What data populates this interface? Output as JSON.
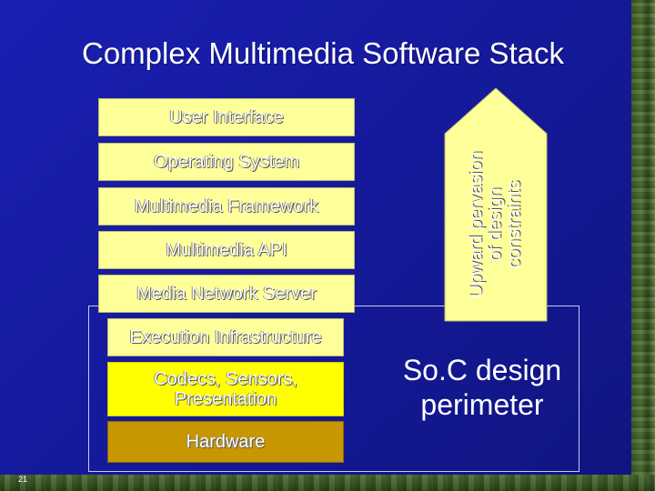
{
  "slide": {
    "title": "Complex Multimedia Software Stack",
    "page_number": "21"
  },
  "stack": {
    "layers": [
      "User Interface",
      "Operating System",
      "Multimedia Framework",
      "Multimedia API",
      "Media Network Server",
      "Execution Infrastructure"
    ],
    "codec_line1": "Codecs, Sensors,",
    "codec_line2": "Presentation",
    "hardware": "Hardware"
  },
  "arrow": {
    "line1": "Upward pervasion",
    "line2": "of design",
    "line3": "constraints"
  },
  "soc": {
    "line1": "So.C design",
    "line2": "perimeter"
  },
  "colors": {
    "background": "#1b1fb3",
    "layer_fill": "#ffff99",
    "codec_fill": "#ffff00",
    "hardware_fill": "#c89600",
    "arrow_fill": "#ffff99"
  }
}
